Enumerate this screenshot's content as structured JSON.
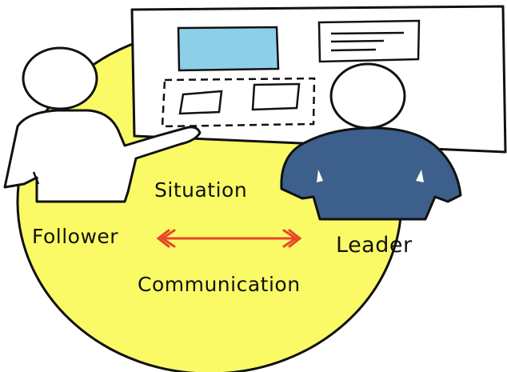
{
  "labels": {
    "situation": "Situation",
    "follower": "Follower",
    "leader": "Leader",
    "communication": "Communication"
  },
  "colors": {
    "circle_fill": "#fafa66",
    "whiteboard_fill": "#ffffff",
    "screen_fill": "#8ecfe8",
    "leader_shirt": "#3c5f8c",
    "follower_shirt": "#ffffff",
    "arrow": "#e8452a",
    "outline": "#111111"
  },
  "icons": {
    "whiteboard": "whiteboard-icon",
    "follower": "person-icon",
    "leader": "person-icon",
    "arrow": "double-arrow-icon"
  }
}
